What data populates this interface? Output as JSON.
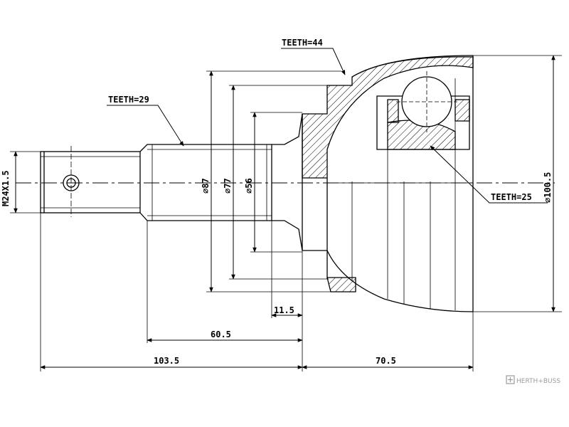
{
  "labels": {
    "teeth_top": "TEETH=44",
    "teeth_left": "TEETH=29",
    "teeth_right": "TEETH=25",
    "thread": "M24X1.5",
    "dia_87": "⌀87",
    "dia_77": "⌀77",
    "dia_56": "⌀56",
    "dia_100_5": "⌀100.5",
    "dim_11_5": "11.5",
    "dim_60_5": "60.5",
    "dim_103_5": "103.5",
    "dim_70_5": "70.5"
  },
  "watermark": {
    "icon": "herth-buss-logo-icon",
    "text": "HERTH+BUSS"
  }
}
